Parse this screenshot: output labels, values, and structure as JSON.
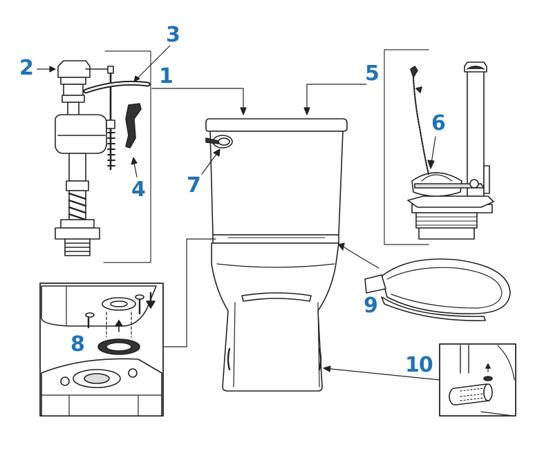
{
  "colors": {
    "label": "#1f73b7",
    "line": "#222222",
    "fill": "#ffffff",
    "shade": "#dddddd"
  },
  "callouts": [
    {
      "id": "1",
      "text": "1"
    },
    {
      "id": "2",
      "text": "2"
    },
    {
      "id": "3",
      "text": "3"
    },
    {
      "id": "4",
      "text": "4"
    },
    {
      "id": "5",
      "text": "5"
    },
    {
      "id": "6",
      "text": "6"
    },
    {
      "id": "7",
      "text": "7"
    },
    {
      "id": "8",
      "text": "8"
    },
    {
      "id": "9",
      "text": "9"
    },
    {
      "id": "10",
      "text": "10"
    }
  ]
}
